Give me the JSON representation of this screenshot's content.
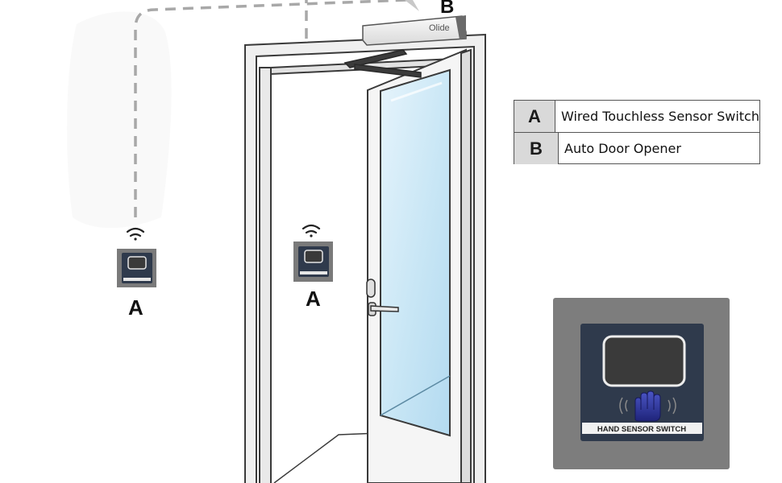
{
  "callouts": {
    "sensor_left": "A",
    "sensor_right": "A",
    "opener": "B"
  },
  "opener_brand": "Olide",
  "legend": [
    {
      "key": "A",
      "label": "Wired Touchless Sensor Switch"
    },
    {
      "key": "B",
      "label": "Auto Door Opener"
    }
  ],
  "switch_panel": {
    "caption": "HAND SENSOR SWITCH"
  },
  "colors": {
    "door_frame": "#f0f0f0",
    "glass": "#c8e6f5",
    "opener_body": "#ebebeb",
    "switch_face": "#2f3a4c",
    "switch_plate": "#7d7d7d",
    "wire": "#999999"
  },
  "icons": [
    "wifi-icon",
    "hand-icon"
  ]
}
